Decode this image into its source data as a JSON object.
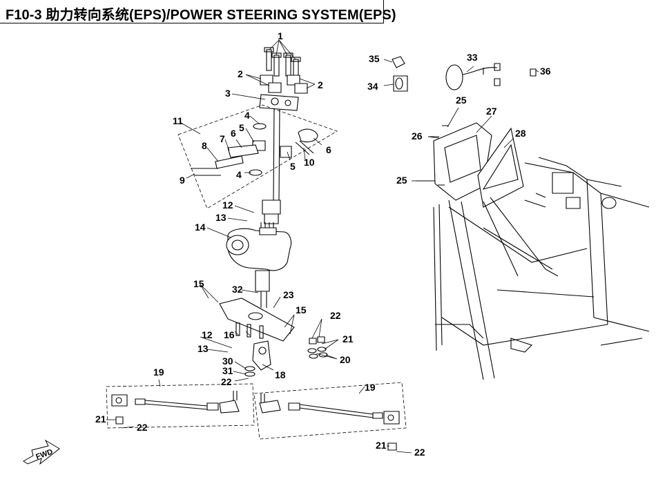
{
  "title": "F10-3 助力转向系统(EPS)/POWER STEERING SYSTEM(EPS)",
  "fwd_label": "FWD",
  "callouts": [
    "1",
    "2",
    "2",
    "3",
    "4",
    "5",
    "6",
    "11",
    "8",
    "7",
    "6",
    "10",
    "5",
    "9",
    "4",
    "12",
    "13",
    "14",
    "15",
    "32",
    "23",
    "15",
    "16",
    "22",
    "21",
    "20",
    "12",
    "13",
    "30",
    "31",
    "22",
    "18",
    "19",
    "19",
    "21",
    "22",
    "21",
    "22",
    "35",
    "33",
    "36",
    "34",
    "25",
    "27",
    "26",
    "28",
    "25"
  ]
}
